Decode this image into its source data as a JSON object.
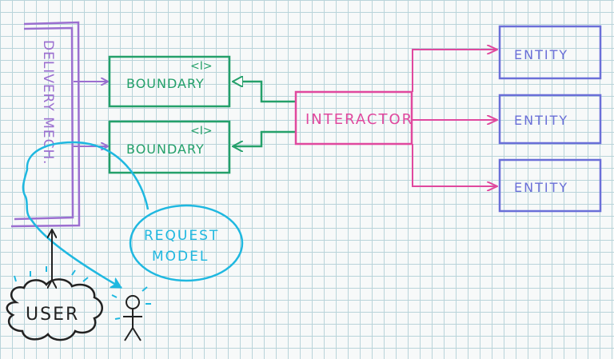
{
  "delivery": {
    "label": "DELIVERY MECH."
  },
  "boundaries": [
    {
      "tag": "<I>",
      "label": "BOUNDARY"
    },
    {
      "tag": "<I>",
      "label": "BOUNDARY"
    }
  ],
  "interactor": {
    "label": "INTERACTOR"
  },
  "entities": [
    {
      "label": "ENTITY"
    },
    {
      "label": "ENTITY"
    },
    {
      "label": "ENTITY"
    }
  ],
  "request_model": {
    "line1": "REQUEST",
    "line2": "MODEL"
  },
  "user": {
    "label": "USER"
  },
  "colors": {
    "delivery": "#9b6fd0",
    "boundary": "#24a06a",
    "interactor": "#e0489e",
    "entity": "#6a6fd8",
    "request_model": "#1fb8e0",
    "user": "#222222"
  }
}
